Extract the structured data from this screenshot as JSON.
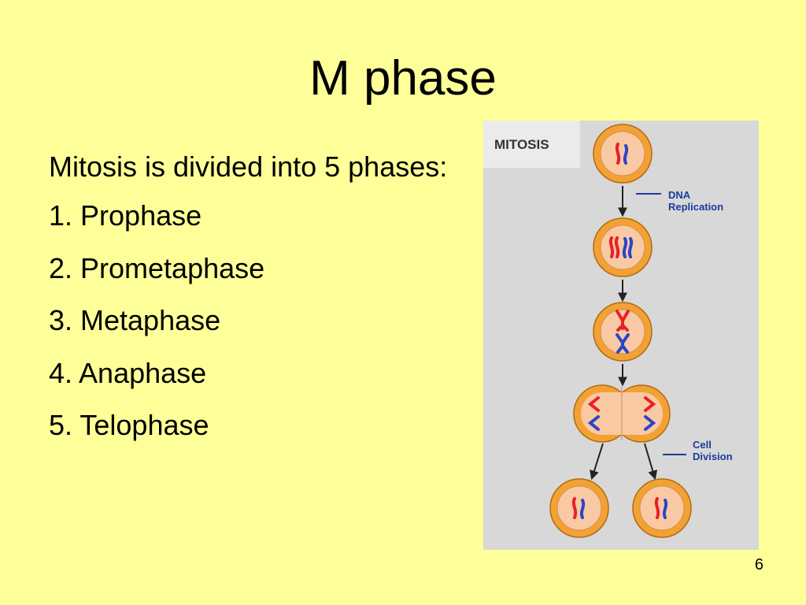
{
  "slide": {
    "title": "M phase",
    "intro": "Mitosis is divided into 5 phases:",
    "phases": [
      "1. Prophase",
      "2. Prometaphase",
      "3. Metaphase",
      "4. Anaphase",
      "5. Telophase"
    ],
    "page_number": "6"
  },
  "figure": {
    "heading": "MITOSIS",
    "label_dna_line1": "DNA",
    "label_dna_line2": "Replication",
    "label_div_line1": "Cell",
    "label_div_line2": "Division"
  },
  "colors": {
    "background": "#FFFF99",
    "panel": "#D8D8D8",
    "heading_tab": "#EBEBEB",
    "label_blue": "#1B3A9E",
    "cell_outer": "#F2A234",
    "cell_inner": "#F9C9A4",
    "chromosome_red": "#E8202A",
    "chromosome_blue": "#2D44C8"
  }
}
